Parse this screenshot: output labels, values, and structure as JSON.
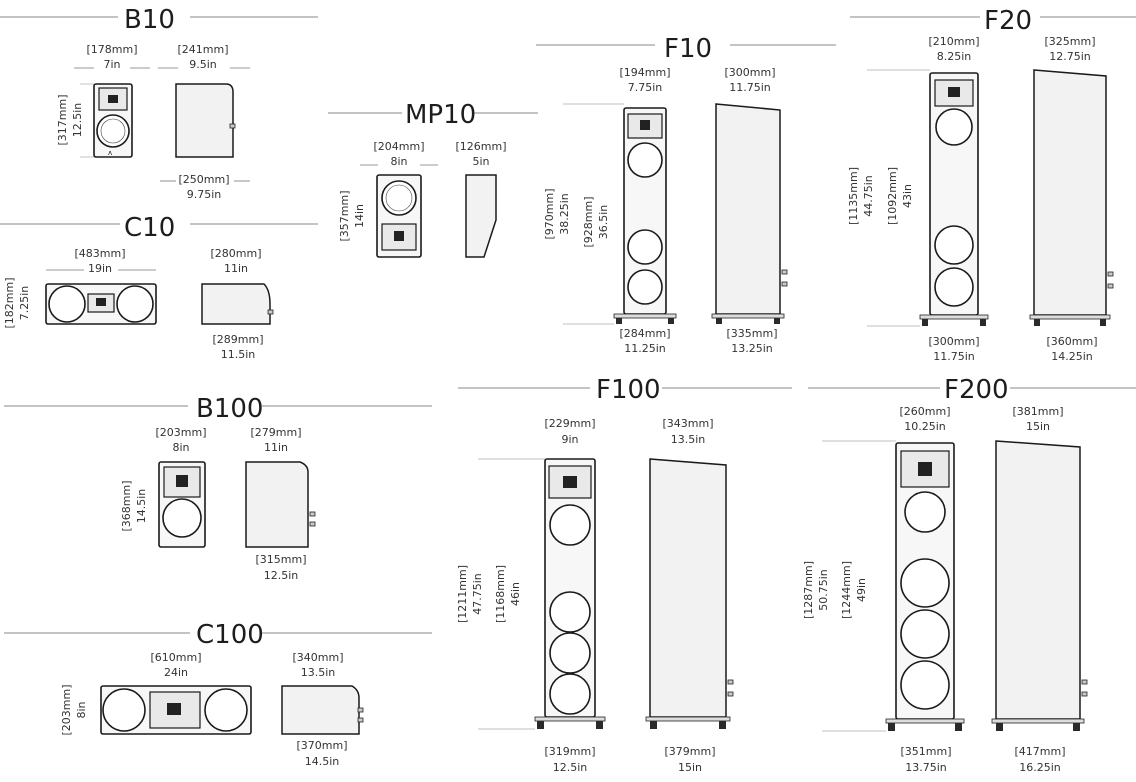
{
  "models": [
    {
      "key": "b10",
      "name": "B10",
      "front_width": {
        "mm": "[178mm]",
        "in": "7in"
      },
      "side_depth_top": {
        "mm": "[241mm]",
        "in": "9.5in"
      },
      "height": {
        "mm": "[317mm]",
        "in": "12.5in"
      },
      "side_depth_bottom": {
        "mm": "[250mm]",
        "in": "9.75in"
      }
    },
    {
      "key": "mp10",
      "name": "MP10",
      "front_width": {
        "mm": "[204mm]",
        "in": "8in"
      },
      "side_depth_top": {
        "mm": "[126mm]",
        "in": "5in"
      },
      "height": {
        "mm": "[357mm]",
        "in": "14in"
      }
    },
    {
      "key": "c10",
      "name": "C10",
      "front_width": {
        "mm": "[483mm]",
        "in": "19in"
      },
      "side_depth_top": {
        "mm": "[280mm]",
        "in": "11in"
      },
      "height": {
        "mm": "[182mm]",
        "in": "7.25in"
      },
      "side_depth_bottom": {
        "mm": "[289mm]",
        "in": "11.5in"
      }
    },
    {
      "key": "f10",
      "name": "F10",
      "front_width": {
        "mm": "[194mm]",
        "in": "7.75in"
      },
      "side_depth_top": {
        "mm": "[300mm]",
        "in": "11.75in"
      },
      "height_total": {
        "mm": "[970mm]",
        "in": "38.25in"
      },
      "height_cabinet": {
        "mm": "[928mm]",
        "in": "36.5in"
      },
      "base_width": {
        "mm": "[284mm]",
        "in": "11.25in"
      },
      "base_depth": {
        "mm": "[335mm]",
        "in": "13.25in"
      }
    },
    {
      "key": "f20",
      "name": "F20",
      "front_width": {
        "mm": "[210mm]",
        "in": "8.25in"
      },
      "side_depth_top": {
        "mm": "[325mm]",
        "in": "12.75in"
      },
      "height_total": {
        "mm": "[1135mm]",
        "in": "44.75in"
      },
      "height_cabinet": {
        "mm": "[1092mm]",
        "in": "43in"
      },
      "base_width": {
        "mm": "[300mm]",
        "in": "11.75in"
      },
      "base_depth": {
        "mm": "[360mm]",
        "in": "14.25in"
      }
    },
    {
      "key": "b100",
      "name": "B100",
      "front_width": {
        "mm": "[203mm]",
        "in": "8in"
      },
      "side_depth_top": {
        "mm": "[279mm]",
        "in": "11in"
      },
      "height": {
        "mm": "[368mm]",
        "in": "14.5in"
      },
      "side_depth_bottom": {
        "mm": "[315mm]",
        "in": "12.5in"
      }
    },
    {
      "key": "c100",
      "name": "C100",
      "front_width": {
        "mm": "[610mm]",
        "in": "24in"
      },
      "side_depth_top": {
        "mm": "[340mm]",
        "in": "13.5in"
      },
      "height": {
        "mm": "[203mm]",
        "in": "8in"
      },
      "side_depth_bottom": {
        "mm": "[370mm]",
        "in": "14.5in"
      }
    },
    {
      "key": "f100",
      "name": "F100",
      "front_width": {
        "mm": "[229mm]",
        "in": "9in"
      },
      "side_depth_top": {
        "mm": "[343mm]",
        "in": "13.5in"
      },
      "height_total": {
        "mm": "[1211mm]",
        "in": "47.75in"
      },
      "height_cabinet": {
        "mm": "[1168mm]",
        "in": "46in"
      },
      "base_width": {
        "mm": "[319mm]",
        "in": "12.5in"
      },
      "base_depth": {
        "mm": "[379mm]",
        "in": "15in"
      }
    },
    {
      "key": "f200",
      "name": "F200",
      "front_width": {
        "mm": "[260mm]",
        "in": "10.25in"
      },
      "side_depth_top": {
        "mm": "[381mm]",
        "in": "15in"
      },
      "height_total": {
        "mm": "[1287mm]",
        "in": "50.75in"
      },
      "height_cabinet": {
        "mm": "[1244mm]",
        "in": "49in"
      },
      "base_width": {
        "mm": "[351mm]",
        "in": "13.75in"
      },
      "base_depth": {
        "mm": "[417mm]",
        "in": "16.25in"
      }
    }
  ],
  "icons": {
    "logo": "brand-logo-icon",
    "tweeter": "horn-tweeter-icon",
    "woofer": "woofer-driver-icon",
    "terminal": "binding-post-icon"
  },
  "colors": {
    "line": "#1a1a1a",
    "dimension": "#777777",
    "background": "#ffffff"
  }
}
